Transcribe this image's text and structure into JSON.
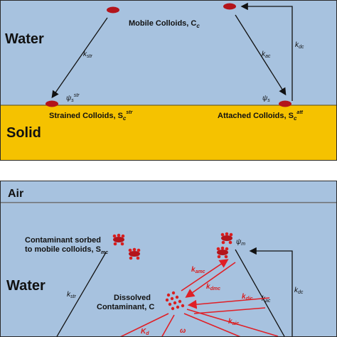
{
  "top_panel": {
    "water_label": "Water",
    "solid_label": "Solid",
    "mobile_colloids_label": "Mobile Colloids, C",
    "mobile_colloids_sub": "c",
    "strained_label": "Strained Colloids, S",
    "strained_sub": "c",
    "strained_sup": "str",
    "attached_label": "Attached Colloids, S",
    "attached_sub": "c",
    "attached_sup": "att",
    "k_str": "k",
    "k_str_sub": "str",
    "k_ac": "k",
    "k_ac_sub": "ac",
    "k_dc": "k",
    "k_dc_sub": "dc",
    "psi_str": "ψ",
    "psi_str_sub": "s",
    "psi_str_sup": "str",
    "psi_att": "ψ",
    "psi_att_sub": "s"
  },
  "bottom_panel": {
    "air_label": "Air",
    "water_label": "Water",
    "sorbed_label_line1": "Contaminant sorbed",
    "sorbed_label_line2": "to mobile colloids, S",
    "sorbed_sub": "mc",
    "dissolved_line1": "Dissolved",
    "dissolved_line2": "Contaminant, C",
    "psi_m": "ψ",
    "psi_m_sub": "m",
    "k_str": "k",
    "k_str_sub": "str",
    "k_amc": "k",
    "k_amc_sub": "amc",
    "k_dmc": "k",
    "k_dmc_sub": "dmc",
    "k_dic": "k",
    "k_dic_sub": "dic",
    "k_aic": "k",
    "k_aic_sub": "aic",
    "k_ac": "k",
    "k_ac_sub": "ac",
    "k_dc": "k",
    "k_dc_sub": "dc",
    "k_d": "K",
    "k_d_sub": "d",
    "omega": "ω"
  },
  "colors": {
    "water": "#a7c2df",
    "air": "#a7c2df",
    "solid": "#f5c200",
    "colloid": "#b3141b",
    "arrow_black": "#111111",
    "arrow_red": "#e01f26"
  }
}
